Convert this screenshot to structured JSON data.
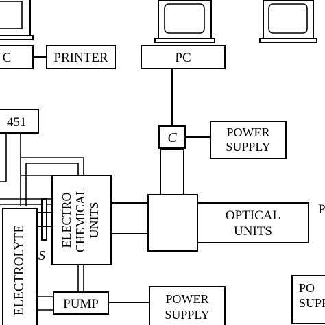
{
  "diagram": {
    "labels": {
      "pc_left": "C",
      "printer": "PRINTER",
      "pc_right": "PC",
      "device": "451",
      "camera": "C",
      "power_supply_1_line1": "POWER",
      "power_supply_1_line2": "SUPPLY",
      "electrochemical_line1": "ELECTRO",
      "electrochemical_line2": "CHEMICAL",
      "electrochemical_line3": "UNITS",
      "optical_line1": "OPTICAL",
      "optical_line2": "UNITS",
      "electrolyte": "ELECTROLYTE",
      "sample": "S",
      "pump": "PUMP",
      "power_supply_2_line1": "POWER",
      "power_supply_2_line2": "SUPPLY",
      "power_supply_3_line1": "PO",
      "power_supply_3_line2": "SUPP",
      "right_edge": "P"
    }
  }
}
